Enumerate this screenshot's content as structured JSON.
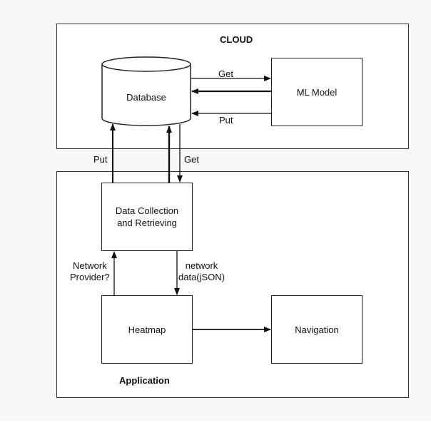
{
  "cloud": {
    "title": "CLOUD",
    "database": "Database",
    "ml_model": "ML Model",
    "get_label": "Get",
    "put_label": "Put"
  },
  "link": {
    "put_label": "Put",
    "get_label": "Get"
  },
  "application": {
    "title": "Application",
    "data_collection": "Data Collection\nand Retrieving",
    "heatmap": "Heatmap",
    "navigation": "Navigation",
    "network_provider": "Network\nProvider?",
    "network_data": "network\ndata(jSON)"
  },
  "colors": {
    "line": "#111111",
    "background": "#f8f8f8"
  }
}
